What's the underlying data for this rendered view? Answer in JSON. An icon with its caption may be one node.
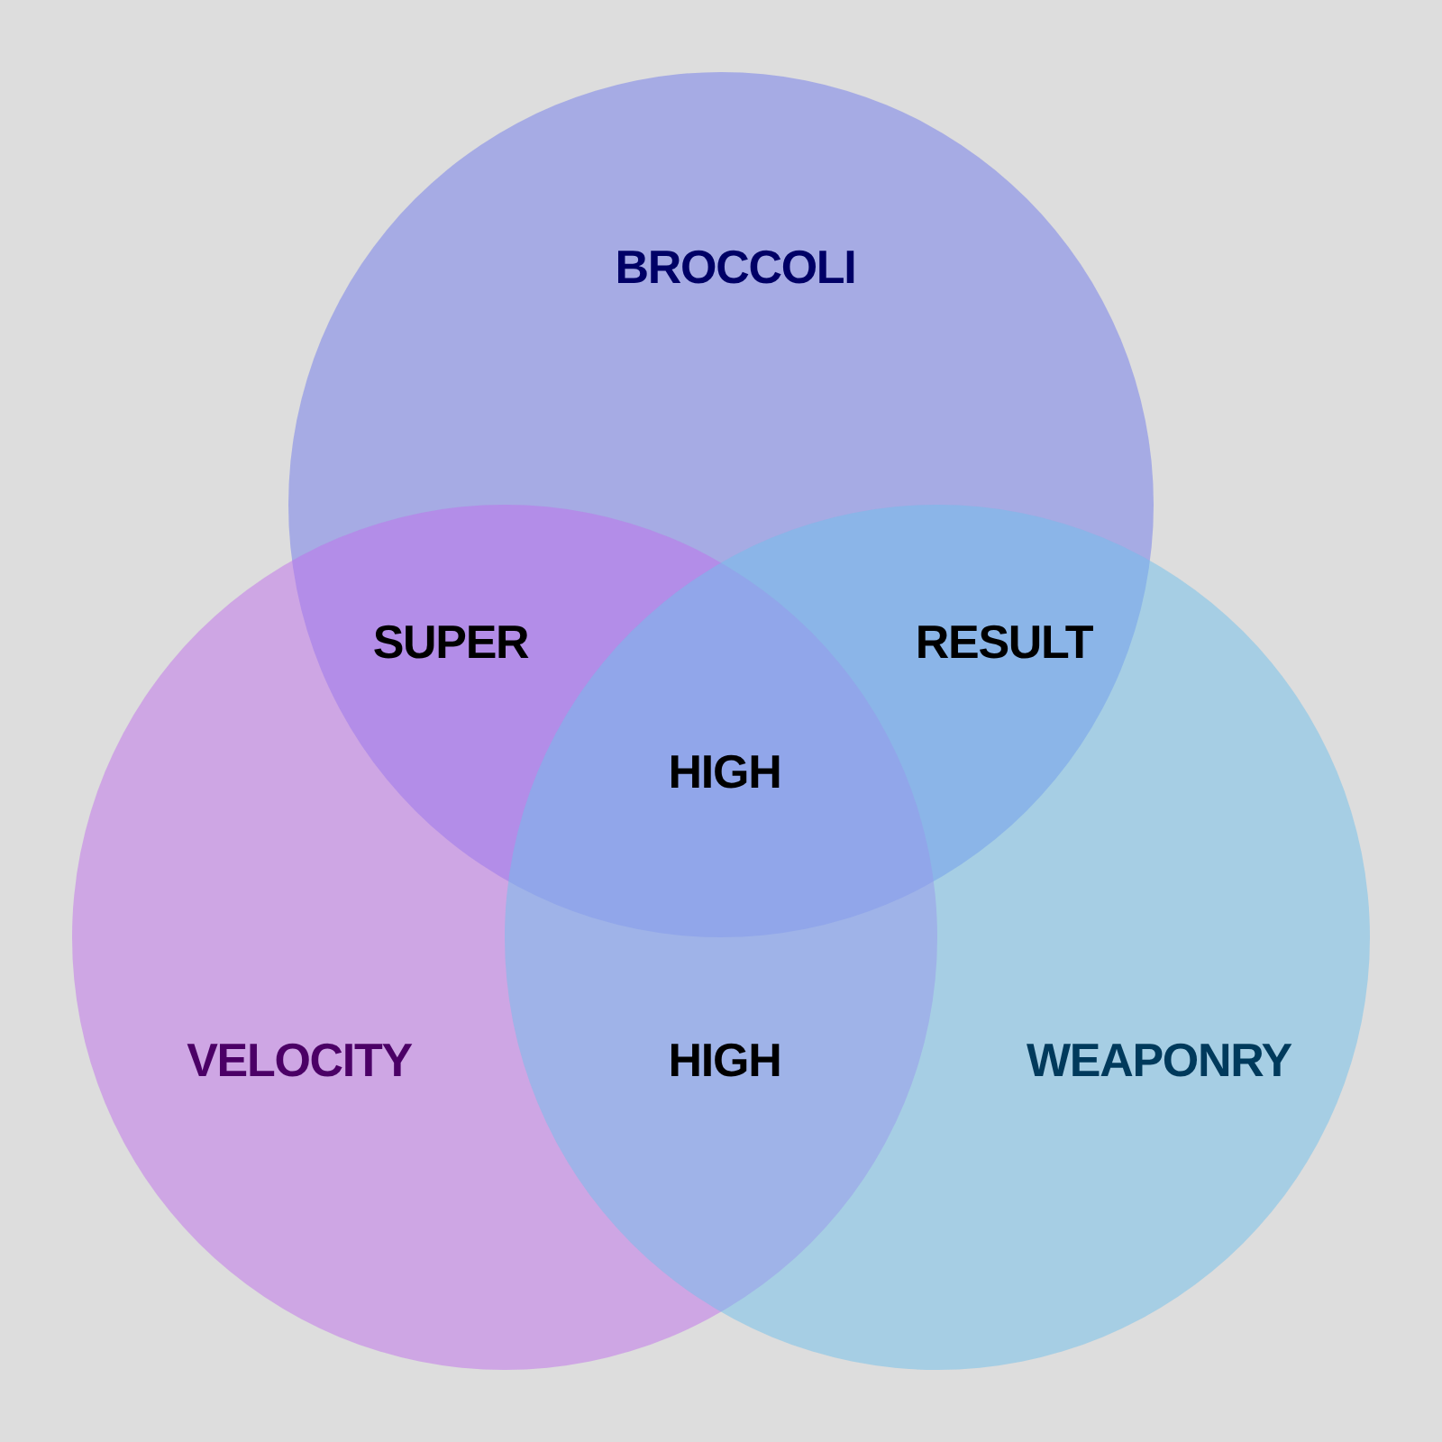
{
  "diagram": {
    "nodes": [
      {
        "text": [
          "BROCCOLI"
        ]
      },
      {
        "text": [
          "VELOCITY"
        ]
      },
      {
        "text": [
          "WEAPONRY"
        ]
      }
    ],
    "edges": [],
    "labels": [
      "SUPER",
      "RESULT",
      "HIGH",
      "HIGH"
    ]
  }
}
